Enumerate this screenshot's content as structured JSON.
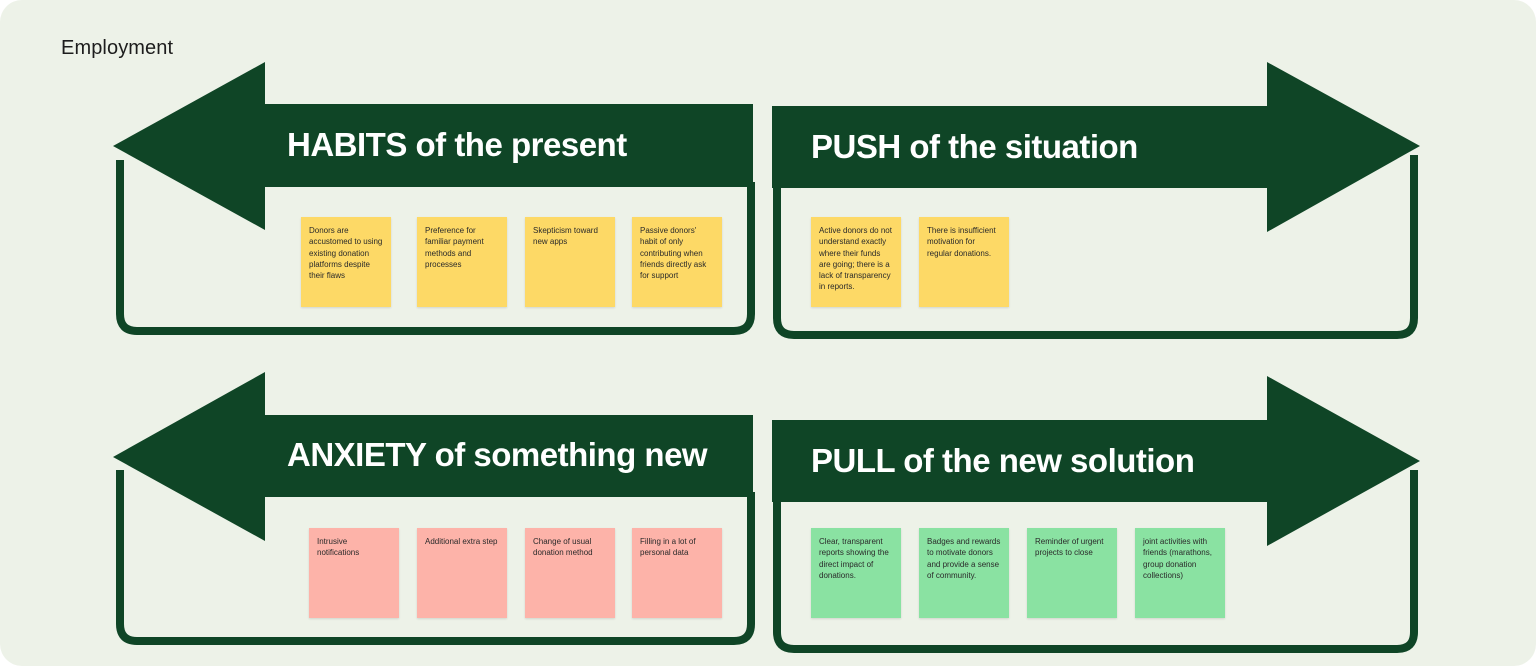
{
  "board": {
    "title": "Employment"
  },
  "colors": {
    "arrow": "#0f4526",
    "background": "#edf2e8",
    "habits_notes": "#fdd966",
    "push_notes": "#fdd966",
    "anxiety_notes": "#fdb3a9",
    "pull_notes": "#8ae2a2"
  },
  "quadrants": {
    "habits": {
      "title": "HABITS of the present",
      "direction": "left",
      "notes": [
        "Donors are accustomed to using existing donation platforms despite their flaws",
        "Preference for familiar payment methods and processes",
        "Skepticism toward new apps",
        "Passive donors' habit of only contributing when friends directly ask for support"
      ]
    },
    "push": {
      "title": "PUSH of the situation",
      "direction": "right",
      "notes": [
        "Active donors do not understand exactly where their funds are going; there is a lack of transparency in reports.",
        "There is insufficient motivation for regular donations."
      ]
    },
    "anxiety": {
      "title": "ANXIETY of something new",
      "direction": "left",
      "notes": [
        "Intrusive notifications",
        "Additional extra step",
        "Change of usual donation method",
        "Filling in a lot of personal data"
      ]
    },
    "pull": {
      "title": "PULL of the new solution",
      "direction": "right",
      "notes": [
        "Clear, transparent reports showing the direct impact of donations.",
        "Badges and rewards to motivate donors and provide a sense of community.",
        "Reminder of urgent projects to close",
        "joint activities with friends (marathons, group donation collections)"
      ]
    }
  }
}
